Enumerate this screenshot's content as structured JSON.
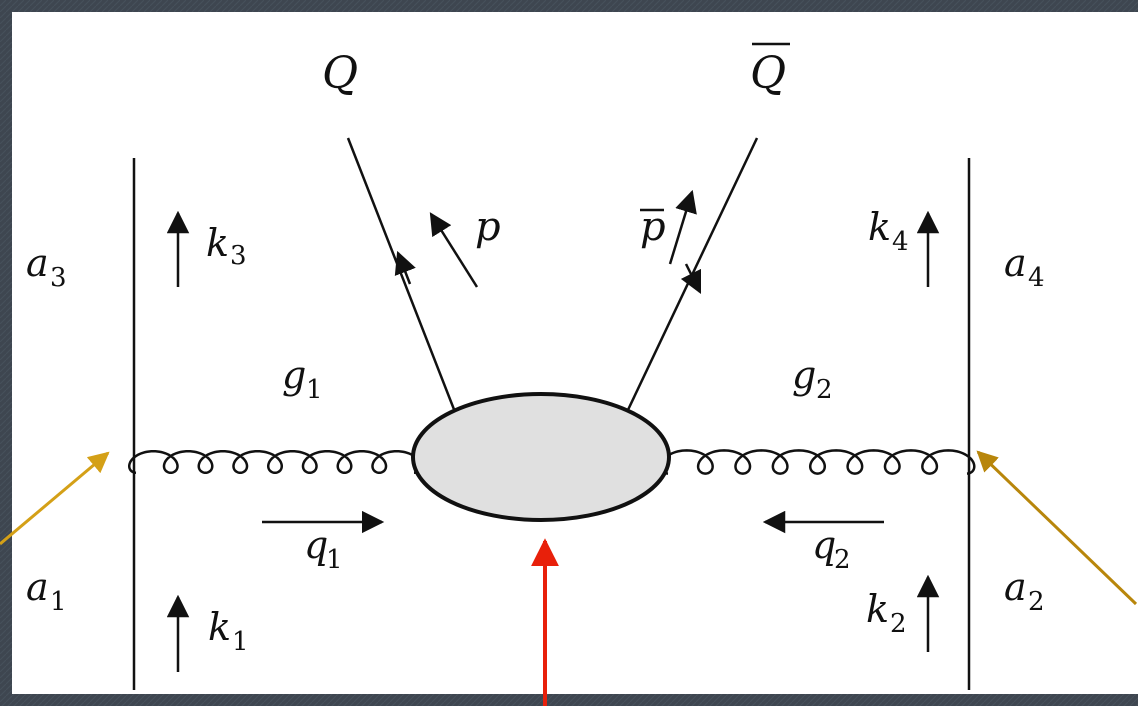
{
  "diagram": {
    "labels": {
      "Q": {
        "base": "Q",
        "sub": "",
        "over": false
      },
      "Qbar": {
        "base": "Q",
        "sub": "",
        "over": true
      },
      "p": {
        "base": "p",
        "sub": "",
        "over": false
      },
      "pbar": {
        "base": "p",
        "sub": "",
        "over": true
      },
      "a3": {
        "base": "a",
        "sub": "3"
      },
      "k3": {
        "base": "k",
        "sub": "3"
      },
      "k4": {
        "base": "k",
        "sub": "4"
      },
      "a4": {
        "base": "a",
        "sub": "4"
      },
      "g1": {
        "base": "g",
        "sub": "1"
      },
      "g2": {
        "base": "g",
        "sub": "2"
      },
      "q1": {
        "base": "q",
        "sub": "1"
      },
      "q2": {
        "base": "q",
        "sub": "2"
      },
      "a1": {
        "base": "a",
        "sub": "1"
      },
      "k1": {
        "base": "k",
        "sub": "1"
      },
      "k2": {
        "base": "k",
        "sub": "2"
      },
      "a2": {
        "base": "a",
        "sub": "2"
      }
    },
    "colors": {
      "background": "#3e4650",
      "panel": "#ffffff",
      "ink": "#111111",
      "blob_fill": "#e0e0e0",
      "pointer_left": "#d4a017",
      "pointer_right": "#b8860b",
      "pointer_center": "#e8200a"
    }
  }
}
